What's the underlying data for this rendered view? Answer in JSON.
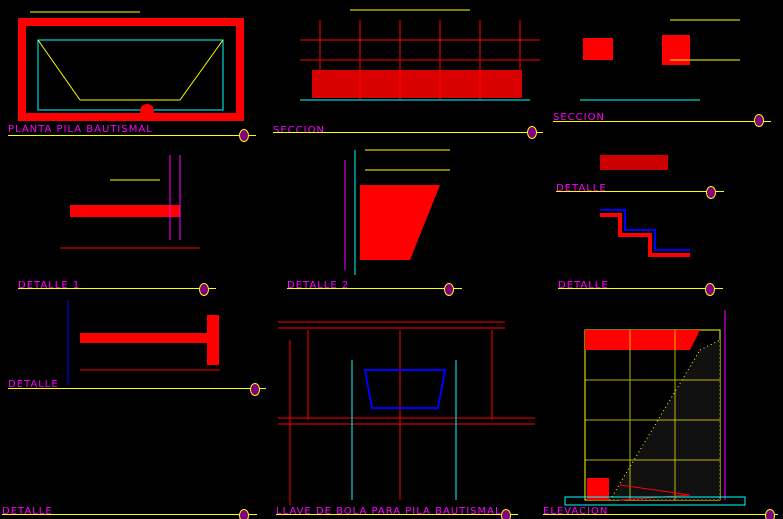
{
  "sheet": {
    "titles": [
      "PLANTA PILA BAUTISMAL",
      "SECCION",
      "SECCION",
      "DETALLE",
      "DETALLE 1",
      "DETALLE 2",
      "DETALLE",
      "DETALLE",
      "DETALLE",
      "LLAVE DE BOLA PARA PILA BAUTISMAL",
      "ELEVACION"
    ]
  },
  "colors": {
    "background": "#000000",
    "wall": "#ff0000",
    "annotation": "#ffff00",
    "title": "#ff00ff",
    "guide": "#00ffff",
    "dim": "#00ff00",
    "blue": "#0000ff"
  }
}
